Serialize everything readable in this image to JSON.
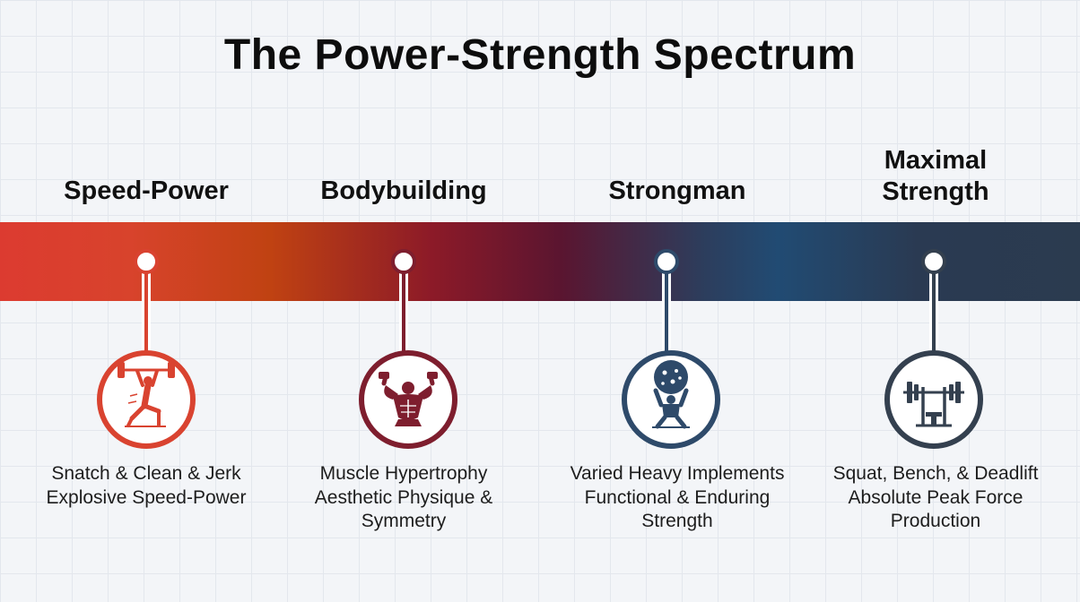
{
  "title": "The Power-Strength Spectrum",
  "colors": {
    "speed_power": "#d94330",
    "bodybuilding": "#7e1e2e",
    "strongman": "#2e4a6a",
    "maximal_strength": "#34404f"
  },
  "stages": [
    {
      "title": "Speed-Power",
      "icon": "weightlifter-snatch-icon",
      "description": [
        "Snatch & Clean & Jerk",
        "Explosive Speed-Power"
      ]
    },
    {
      "title": "Bodybuilding",
      "icon": "bodybuilder-flex-icon",
      "description": [
        "Muscle Hypertrophy",
        "Aesthetic Physique &",
        "Symmetry"
      ]
    },
    {
      "title": "Strongman",
      "icon": "atlas-stone-lift-icon",
      "description": [
        "Varied Heavy Implements",
        "Functional & Enduring",
        "Strength"
      ]
    },
    {
      "title": "Maximal Strength",
      "title_lines": [
        "Maximal",
        "Strength"
      ],
      "icon": "barbell-rack-icon",
      "description": [
        "Squat, Bench, & Deadlift",
        "Absolute Peak Force",
        "Production"
      ]
    }
  ]
}
